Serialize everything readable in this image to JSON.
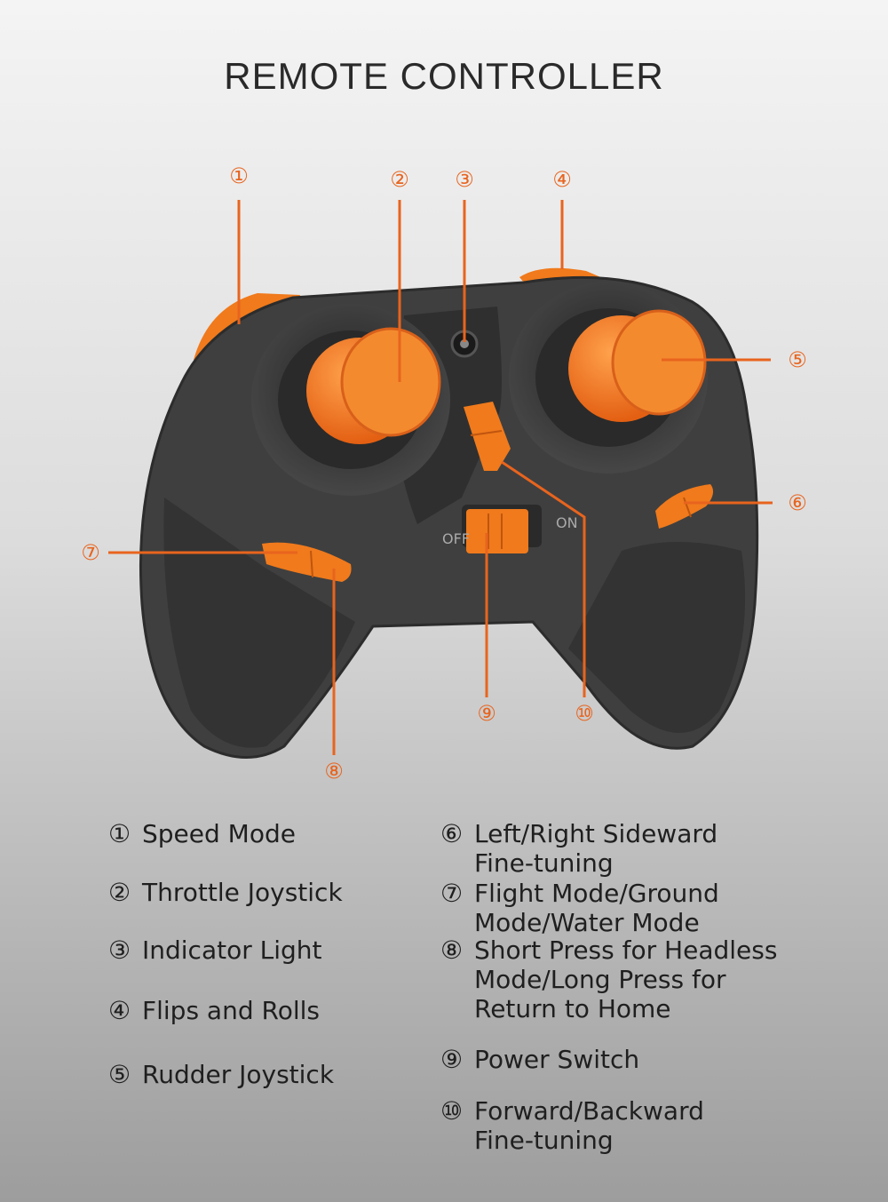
{
  "title": "REMOTE CONTROLLER",
  "accent_color": "#e8641e",
  "callouts": [
    "①",
    "②",
    "③",
    "④",
    "⑤",
    "⑥",
    "⑦",
    "⑧",
    "⑨",
    "⑩"
  ],
  "switch_labels": {
    "off": "OFF",
    "on": "ON"
  },
  "legend": [
    {
      "num": "①",
      "lines": [
        "Speed Mode"
      ]
    },
    {
      "num": "②",
      "lines": [
        "Throttle Joystick"
      ]
    },
    {
      "num": "③",
      "lines": [
        "Indicator Light"
      ]
    },
    {
      "num": "④",
      "lines": [
        "Flips and Rolls"
      ]
    },
    {
      "num": "⑤",
      "lines": [
        "Rudder Joystick"
      ]
    },
    {
      "num": "⑥",
      "lines": [
        "Left/Right Sideward",
        "Fine-tuning"
      ]
    },
    {
      "num": "⑦",
      "lines": [
        "Flight Mode/Ground",
        "Mode/Water Mode"
      ]
    },
    {
      "num": "⑧",
      "lines": [
        "Short Press for Headless",
        "Mode/Long Press for",
        "Return to Home"
      ]
    },
    {
      "num": "⑨",
      "lines": [
        "Power Switch"
      ]
    },
    {
      "num": "⑩",
      "lines": [
        "Forward/Backward",
        "Fine-tuning"
      ]
    }
  ]
}
